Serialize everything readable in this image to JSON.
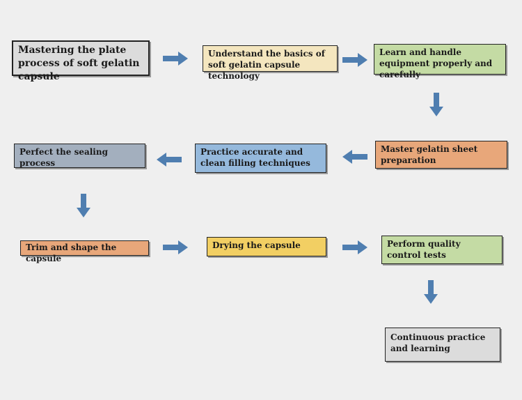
{
  "diagram": {
    "steps": [
      {
        "id": "start",
        "label": "Mastering the plate process of soft gelatin capsule",
        "color": "#dcdcdc"
      },
      {
        "id": "basics",
        "label": "Understand the basics of soft gelatin capsule technology",
        "color": "#f4e6bf"
      },
      {
        "id": "equipment",
        "label": "Learn and handle equipment properly and carefully",
        "color": "#c4dba4"
      },
      {
        "id": "gelatin-sheet",
        "label": "Master gelatin sheet preparation",
        "color": "#e8a77a"
      },
      {
        "id": "filling",
        "label": "Practice accurate and clean filling techniques",
        "color": "#95b9dc"
      },
      {
        "id": "sealing",
        "label": "Perfect the sealing process",
        "color": "#a3afbe"
      },
      {
        "id": "trim",
        "label": "Trim and shape the capsule",
        "color": "#e8a77a"
      },
      {
        "id": "drying",
        "label": "Drying the capsule",
        "color": "#f2cf63"
      },
      {
        "id": "quality",
        "label": "Perform quality control tests",
        "color": "#c4dba4"
      },
      {
        "id": "practice",
        "label": "Continuous practice and learning",
        "color": "#dcdcdc"
      }
    ],
    "arrow_color": "#4f7eb0"
  }
}
